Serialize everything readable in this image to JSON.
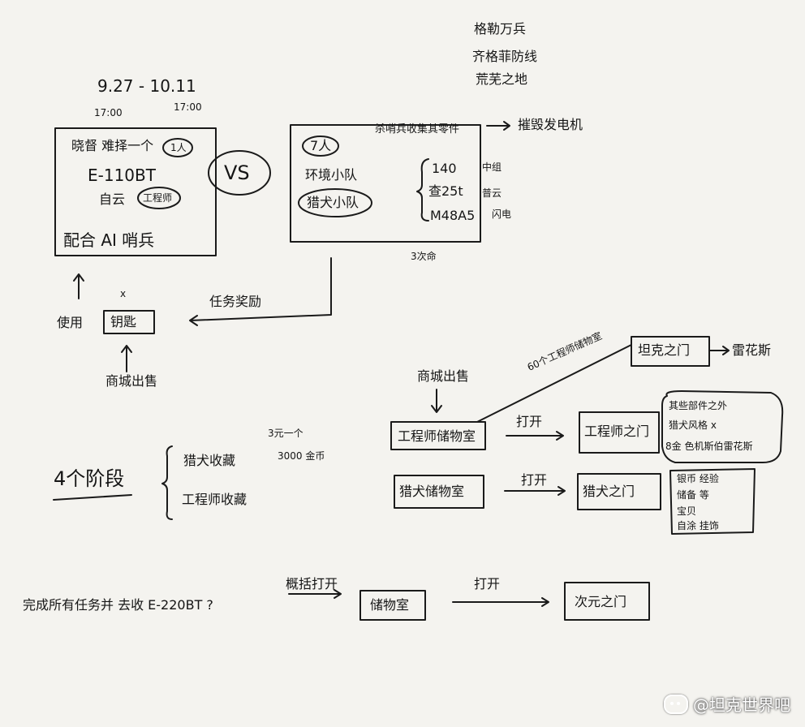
{
  "dates": {
    "range": "9.27 - 10.11",
    "start_time": "17:00",
    "end_time": "17:00"
  },
  "left_box": {
    "line1": "晓督 难择一个",
    "badge": "1人",
    "tank": "E-110BT",
    "line3": "自云",
    "engineer": "工程师",
    "bottom": "配合 AI 哨兵"
  },
  "vs": "VS",
  "right_box": {
    "people": "7人",
    "team1": "环境小队",
    "team2": "猎犬小队",
    "top_note": "杀哨兵收集其零件",
    "top_arrow_target": "摧毁发电机",
    "items": [
      {
        "name": "140",
        "note": "中组"
      },
      {
        "name": "查25t",
        "note": "普云"
      },
      {
        "name": "M48A5",
        "note": "闪电"
      }
    ],
    "lives": "3次命"
  },
  "top_right_notes": [
    "格勒万兵",
    "齐格菲防线",
    "荒芜之地"
  ],
  "reward_label": "任务奖励",
  "use_label": "使用",
  "key_label": "钥匙",
  "key_mark": "x",
  "shop_sale_left": "商城出售",
  "stages": {
    "label": "4个阶段",
    "stage1": "猎犬收藏",
    "stage2": "工程师收藏",
    "note_small": "3元一个",
    "note_price": "3000 金币"
  },
  "flow": {
    "shop_sale": "商城出售",
    "engineer_room": "工程师储物室",
    "hound_room": "猎犬储物室",
    "diagonal_label": "60个工程师储物室",
    "tank_gate": "坦克之门",
    "tank_gate_result": "雷花斯",
    "open1": "打开",
    "open2": "打开",
    "engineer_gate": "工程师之门",
    "engineer_notes": [
      "其些部件之外",
      "猎犬风格 x",
      "8金 色机斯伯雷花斯"
    ],
    "hound_gate": "猎犬之门",
    "hound_notes": [
      "银币 经验",
      "储备 等",
      "宝贝",
      "自涂 挂饰"
    ]
  },
  "final": {
    "question": "完成所有任务并 去收 E-220BT ?",
    "label": "概括打开",
    "storage": "储物室",
    "open": "打开",
    "gate": "次元之门"
  },
  "watermark": "@坦克世界吧"
}
